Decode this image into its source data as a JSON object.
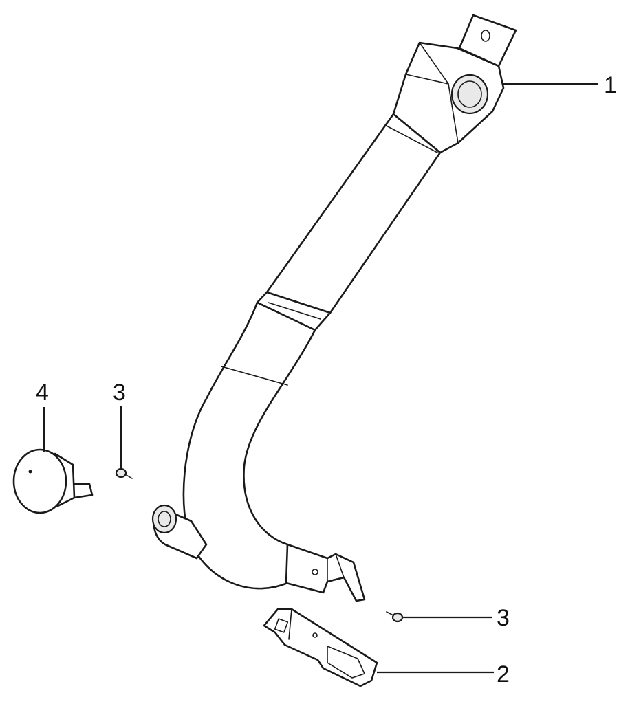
{
  "callouts": {
    "c1": "1",
    "c2": "2",
    "c3a": "3",
    "c3b": "3",
    "c4": "4"
  },
  "colors": {
    "line": "#1a1a1a",
    "fill": "#ffffff",
    "shade": "#e9e9e9"
  }
}
